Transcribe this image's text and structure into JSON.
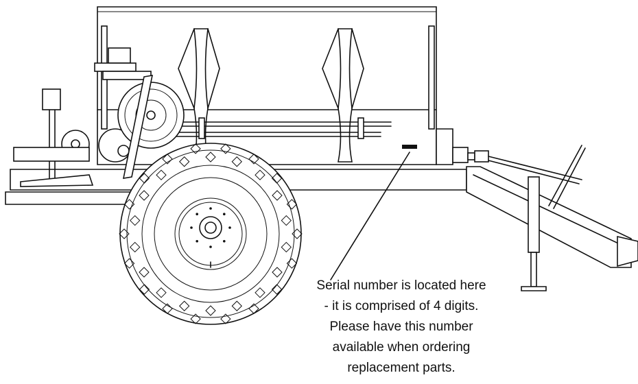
{
  "callout": {
    "lines": [
      "Serial number is located here",
      "- it is comprised of 4 digits.",
      "Please have this number",
      "available when ordering",
      "replacement parts."
    ]
  }
}
